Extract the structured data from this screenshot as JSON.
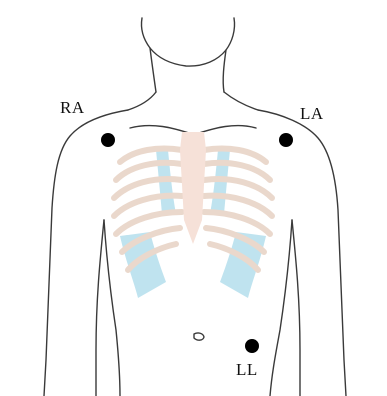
{
  "electrodes": [
    {
      "id": "ra",
      "label": "RA"
    },
    {
      "id": "la",
      "label": "LA"
    },
    {
      "id": "ll",
      "label": "LL"
    }
  ],
  "colors": {
    "outline": "#3a3a3a",
    "ribs": "#ead8cc",
    "cartilage": "#bfe3ef",
    "sternum": "#f6e1d8",
    "electrode": "#000000"
  }
}
